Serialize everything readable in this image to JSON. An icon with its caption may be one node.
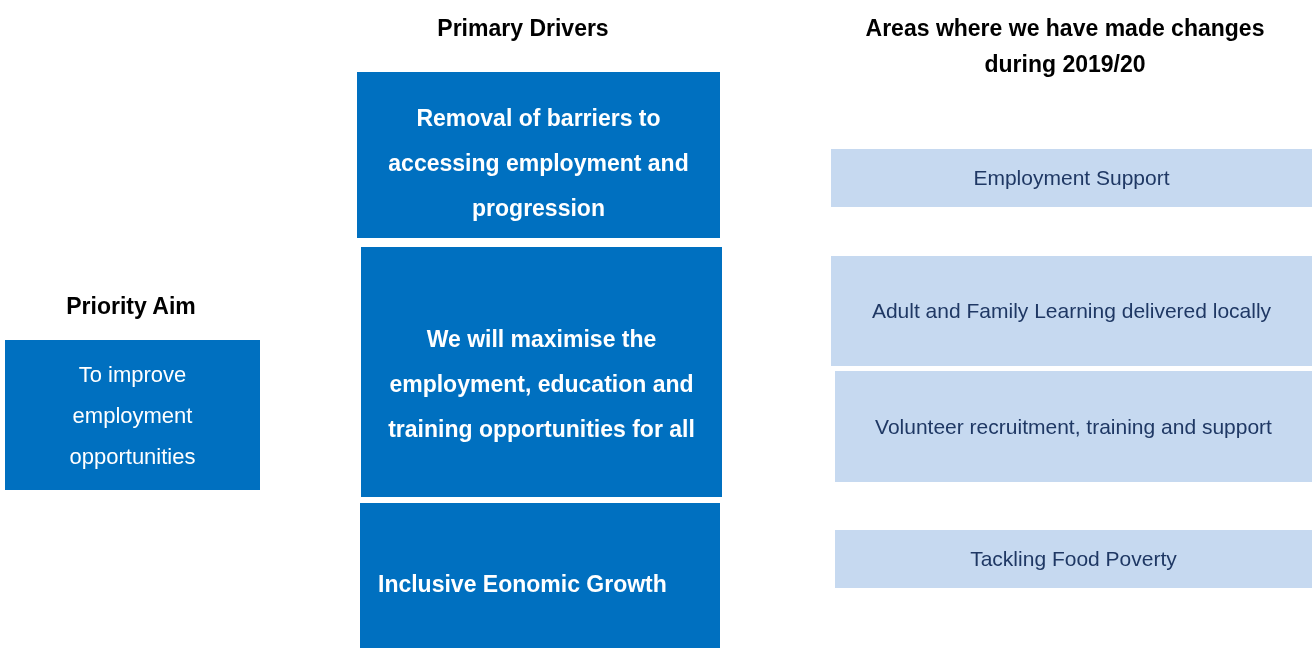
{
  "diagram": {
    "nodes": [
      {
        "text": [
          "To improve employment opportunities"
        ]
      },
      {
        "text": [
          "Removal of barriers to accessing employment and progression"
        ]
      },
      {
        "text": [
          "We will maximise the employment, education and training opportunities for all"
        ]
      },
      {
        "text": [
          "Inclusive Eonomic Growth"
        ]
      },
      {
        "text": [
          "Employment Support"
        ]
      },
      {
        "text": [
          "Adult and Family Learning delivered locally"
        ]
      },
      {
        "text": [
          "Volunteer recruitment, training and support"
        ]
      },
      {
        "text": [
          "Tackling Food Poverty"
        ]
      }
    ],
    "edges": [],
    "labels": [
      "Primary Drivers",
      "Areas where we have made changes during 2019/20",
      "Priority Aim"
    ]
  }
}
